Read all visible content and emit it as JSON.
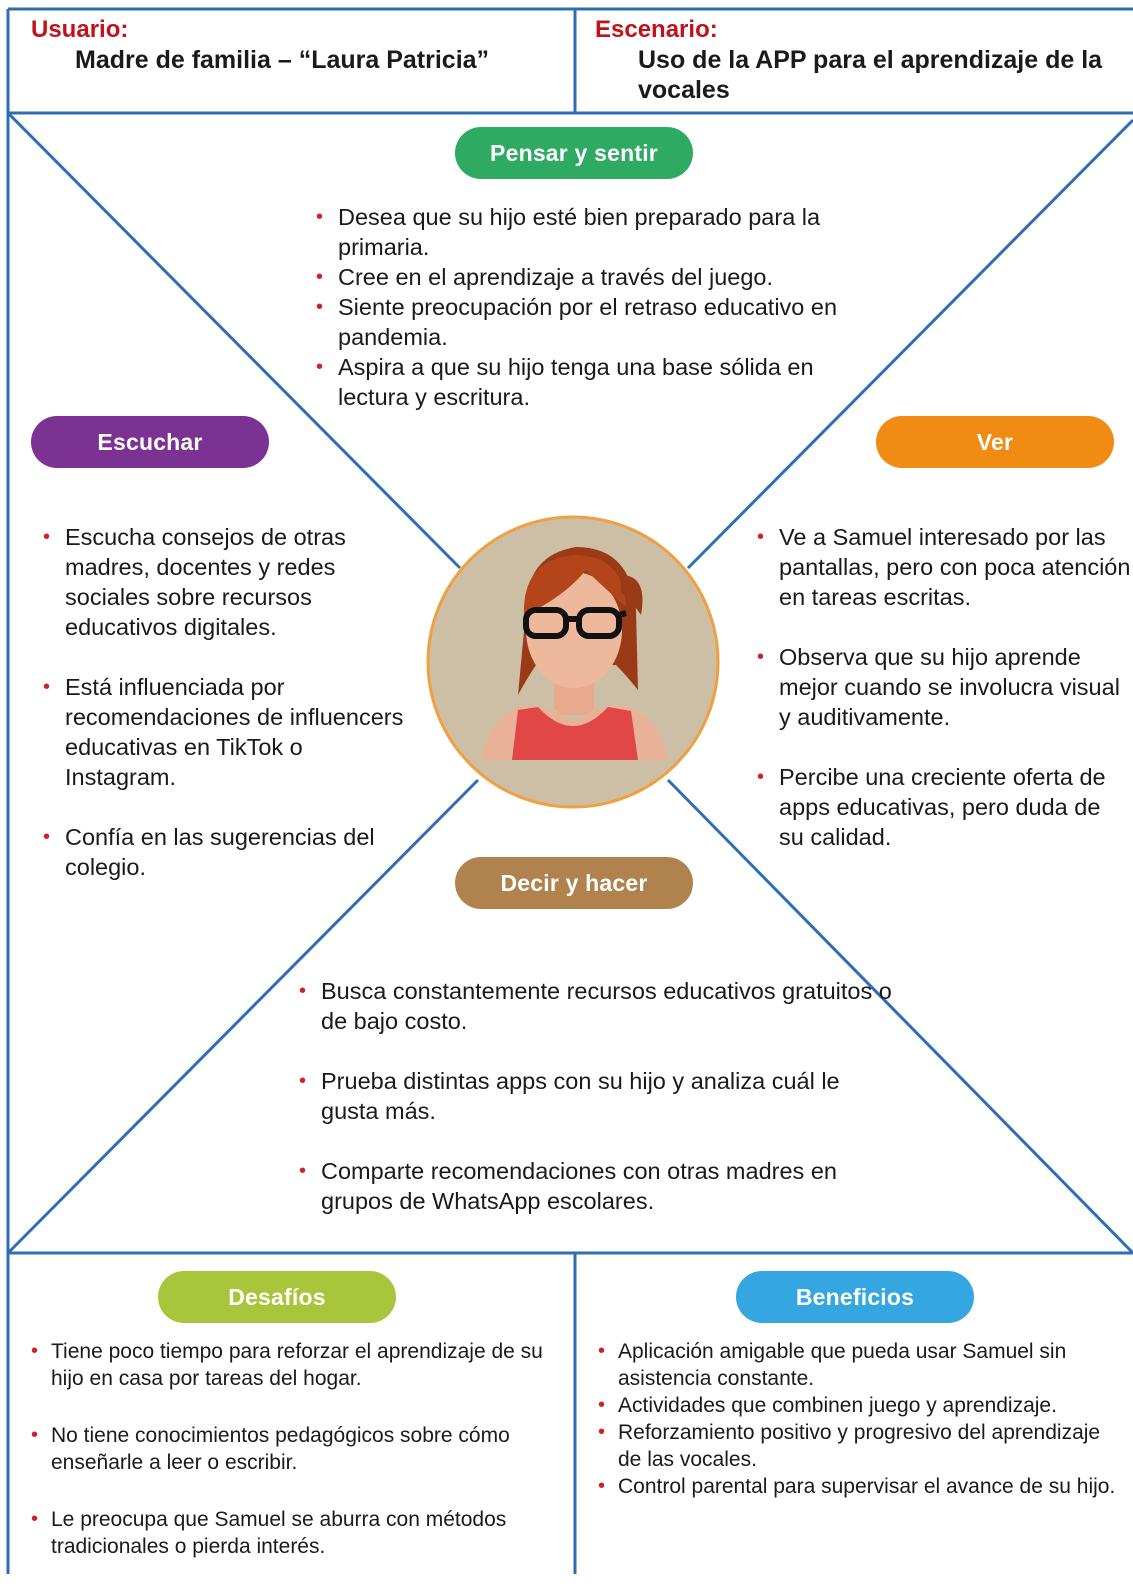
{
  "header": {
    "user_label": "Usuario:",
    "user_value": "Madre de familia – “Laura Patricia”",
    "scenario_label": "Escenario:",
    "scenario_value_line1": "Uso de la APP para el aprendizaje de la",
    "scenario_value_line2": "vocales"
  },
  "colors": {
    "border": "#2f6eb5",
    "pensar": "#2eaa63",
    "escuchar": "#7b3293",
    "ver": "#f08c13",
    "decir": "#b0834e",
    "desafios": "#a9c53c",
    "beneficios": "#35a7e0",
    "bullet": "#d0202a",
    "header_label": "#c0121b"
  },
  "quadrants": {
    "pensar": {
      "title": "Pensar y sentir",
      "items": [
        "Desea que su hijo esté bien preparado para la primaria.",
        "Cree en el aprendizaje a través del juego.",
        "Siente preocupación por el retraso educativo en pandemia.",
        "Aspira a que su hijo tenga una base sólida en lectura y escritura."
      ]
    },
    "escuchar": {
      "title": "Escuchar",
      "items": [
        "Escucha consejos de otras madres, docentes y redes sociales sobre recursos educativos digitales.",
        "Está influenciada por recomendaciones de influencers educativas en TikTok o Instagram.",
        "Confía en las sugerencias del colegio."
      ]
    },
    "ver": {
      "title": "Ver",
      "items": [
        "Ve a Samuel interesado por las pantallas, pero con poca atención en tareas escritas.",
        "Observa que su hijo aprende mejor cuando se involucra visual y auditivamente.",
        "Percibe una creciente oferta de apps educativas, pero duda de su calidad."
      ]
    },
    "decir": {
      "title": "Decir y hacer",
      "items": [
        "Busca constantemente recursos educativos gratuitos o de bajo costo.",
        "Prueba distintas apps con su hijo y analiza cuál le gusta más.",
        "Comparte recomendaciones con otras madres en grupos de WhatsApp escolares."
      ]
    }
  },
  "bottom": {
    "desafios": {
      "title": "Desafíos",
      "items": [
        "Tiene poco tiempo para reforzar el aprendizaje de su hijo en casa por tareas del hogar.",
        "No tiene conocimientos pedagógicos sobre cómo enseñarle a leer o escribir.",
        "Le preocupa que Samuel se aburra con métodos tradicionales o pierda interés."
      ]
    },
    "beneficios": {
      "title": "Beneficios",
      "items": [
        "Aplicación amigable que pueda usar Samuel sin asistencia constante.",
        "Actividades que combinen juego y aprendizaje.",
        "Reforzamiento positivo y progresivo del aprendizaje de las vocales.",
        "Control parental para supervisar el avance de su hijo."
      ]
    }
  }
}
